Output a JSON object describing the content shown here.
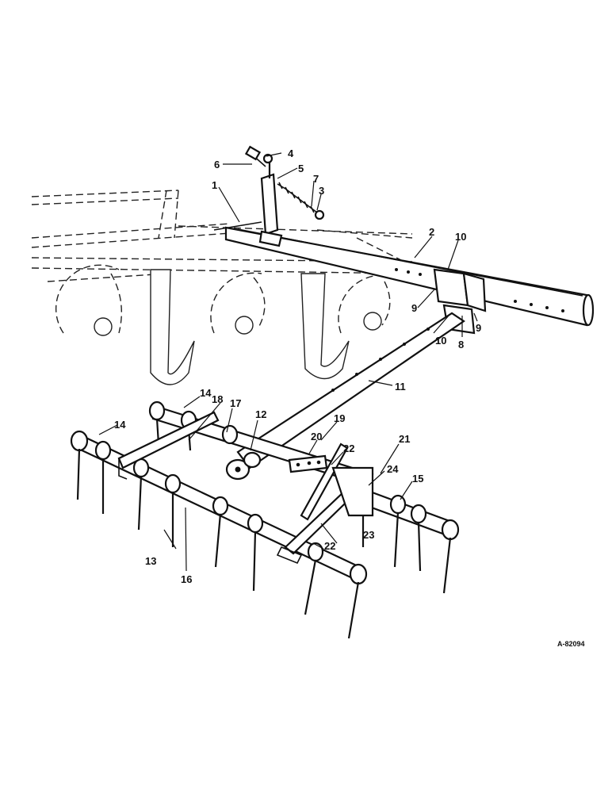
{
  "callouts": [
    {
      "id": "c1",
      "label": "1"
    },
    {
      "id": "c2",
      "label": "2"
    },
    {
      "id": "c3",
      "label": "3"
    },
    {
      "id": "c4",
      "label": "4"
    },
    {
      "id": "c5",
      "label": "5"
    },
    {
      "id": "c6",
      "label": "6"
    },
    {
      "id": "c7",
      "label": "7"
    },
    {
      "id": "c8",
      "label": "8"
    },
    {
      "id": "c9a",
      "label": "9"
    },
    {
      "id": "c9b",
      "label": "9"
    },
    {
      "id": "c10a",
      "label": "10"
    },
    {
      "id": "c10b",
      "label": "10"
    },
    {
      "id": "c11",
      "label": "11"
    },
    {
      "id": "c12",
      "label": "12"
    },
    {
      "id": "c13",
      "label": "13"
    },
    {
      "id": "c14a",
      "label": "14"
    },
    {
      "id": "c14b",
      "label": "14"
    },
    {
      "id": "c15",
      "label": "15"
    },
    {
      "id": "c16",
      "label": "16"
    },
    {
      "id": "c17",
      "label": "17"
    },
    {
      "id": "c18",
      "label": "18"
    },
    {
      "id": "c19",
      "label": "19"
    },
    {
      "id": "c20",
      "label": "20"
    },
    {
      "id": "c21",
      "label": "21"
    },
    {
      "id": "c22a",
      "label": "22"
    },
    {
      "id": "c22b",
      "label": "22"
    },
    {
      "id": "c23",
      "label": "23"
    },
    {
      "id": "c24",
      "label": "24"
    }
  ],
  "drawing_number": "A-82094"
}
